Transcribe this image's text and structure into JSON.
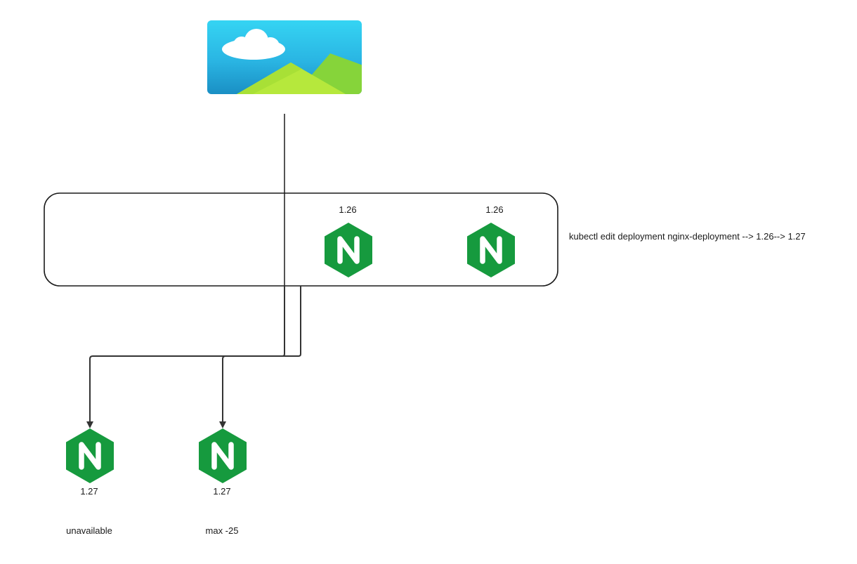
{
  "diagram": {
    "top_image": {
      "icon": "image-placeholder-icon"
    },
    "cluster": {
      "pods": [
        {
          "version": "1.26",
          "icon": "nginx-icon"
        },
        {
          "version": "1.26",
          "icon": "nginx-icon"
        }
      ]
    },
    "command": "kubectl edit deployment nginx-deployment --> 1.26--> 1.27",
    "new_pods": [
      {
        "version": "1.27",
        "note": "unavailable",
        "icon": "nginx-icon"
      },
      {
        "version": "1.27",
        "note": "max -25",
        "icon": "nginx-icon"
      }
    ],
    "colors": {
      "nginx_green": "#169A3E",
      "sky_top": "#35D4F3",
      "sky_bottom": "#1A8FC4",
      "hill_front": "#B6E83C",
      "hill_back": "#86D43A",
      "cloud": "#FFFFFF",
      "stroke": "#1a1a1a",
      "arrow": "#333333"
    }
  }
}
